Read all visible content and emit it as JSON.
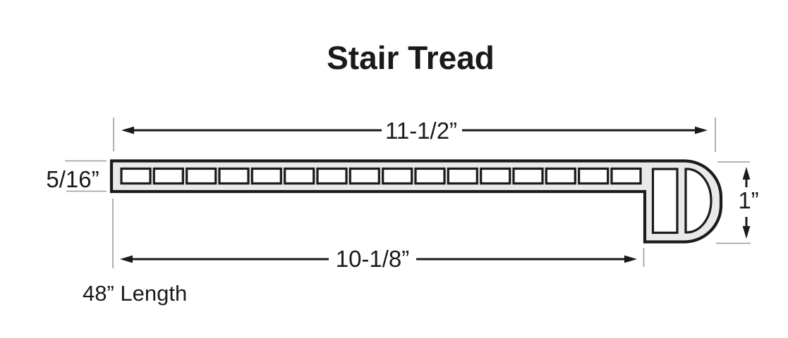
{
  "title": "Stair Tread",
  "dimensions": {
    "top_width": "11-1/2”",
    "thickness": "5/16”",
    "nose_height": "1”",
    "bottom_width": "10-1/8”",
    "length_note": "48” Length"
  },
  "profile": {
    "slot_count": 16,
    "description": "extruded stair tread profile with ribbed top channel slots and bullnose front edge"
  },
  "colors": {
    "outline": "#1b1b1b",
    "fill": "#e9e9e9",
    "hollow": "#ffffff",
    "ext": "#9b9b9b",
    "text": "#1a1a1a",
    "bg": "#ffffff"
  }
}
